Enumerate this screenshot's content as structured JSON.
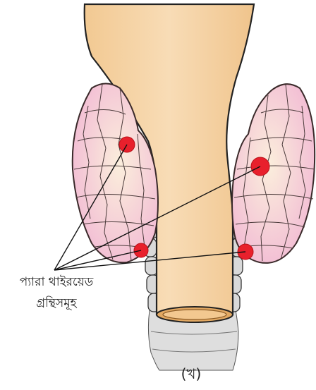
{
  "diagram": {
    "label": {
      "line1": "প্যারা থাইরয়েড",
      "line2": "গ্রন্থিসমূহ"
    },
    "caption": "(খ)",
    "colors": {
      "background": "#ffffff",
      "larynx_fill": "#f6d2a4",
      "larynx_stroke": "#222222",
      "trachea_fill": "#f4cf9e",
      "trachea_opening": "#e2a862",
      "thyroid_fill": "#f7cfe0",
      "thyroid_highlight": "#fbeedc",
      "thyroid_lobule_stroke": "#4a3a3a",
      "parathyroid": "#e8202c",
      "cartilage_rings": "#d9d9d9",
      "leader_lines": "#111111"
    }
  }
}
